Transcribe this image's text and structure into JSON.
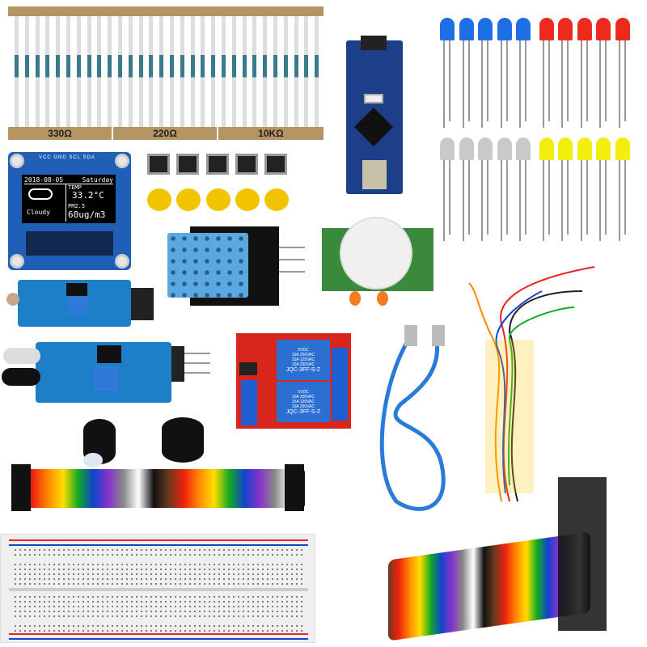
{
  "scene": {
    "description": "Electronics starter kit product photo on white background"
  },
  "resistors": {
    "labels": [
      "330Ω",
      "220Ω",
      "10KΩ"
    ],
    "band_color": "#b59563"
  },
  "oled_display": {
    "pin_labels": "VCC GND SCL SDA",
    "date": "2018-08-05",
    "day": "Saturday",
    "temp_label": "TEMP",
    "temp_value": "33.2°C",
    "weather": "Cloudy",
    "pm_label": "PM2.5",
    "pm_value": "60ug/m3"
  },
  "relay_module": {
    "relay_1": {
      "v": "5VDC",
      "r1": "10A 250VAC",
      "r2": "15A 125VAC",
      "r3": "10A 250VAC",
      "model": "JQC-3FF-S-Z"
    },
    "relay_2": {
      "v": "5VDC",
      "r1": "10A 250VAC",
      "r2": "15A 125VAC",
      "r3": "10A 250VAC",
      "model": "JQC-3FF-S-Z"
    }
  },
  "leds": {
    "colors": {
      "blue": "#1e6ee6",
      "red": "#ee2a1e",
      "white": "#c9c9c9",
      "yellow": "#f4ee10"
    }
  },
  "components": [
    "resistors",
    "arduino-nano",
    "oled-display",
    "tactile-buttons",
    "button-caps",
    "leds",
    "dht11-sensor",
    "pir-sensor",
    "light-sensor-module",
    "ir-obstacle-sensor",
    "relay-module",
    "usb-cable",
    "jumper-wires",
    "buzzers",
    "dupont-ribbon-cables",
    "breadboard"
  ]
}
